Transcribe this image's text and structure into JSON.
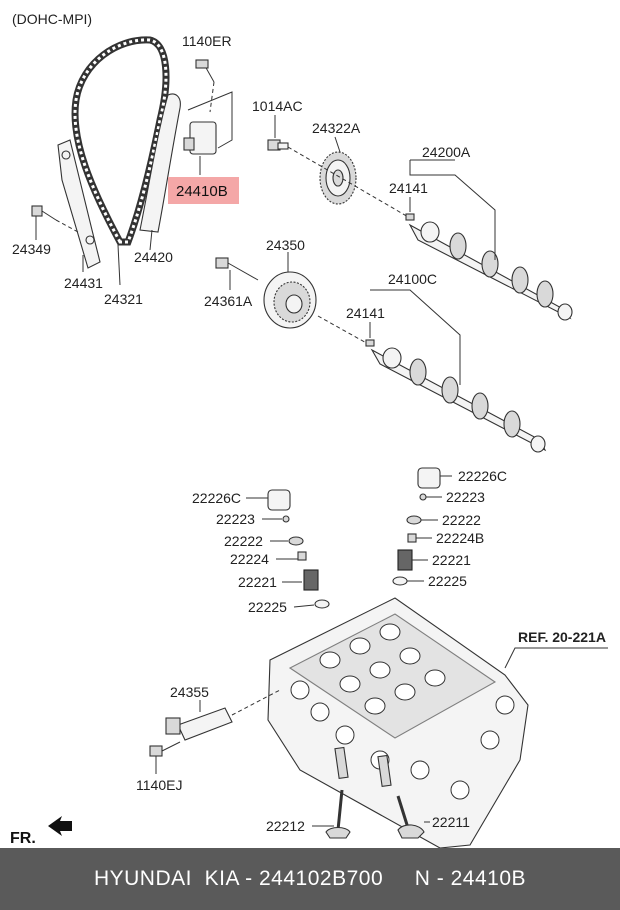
{
  "header": {
    "variant": "(DOHC-MPI)"
  },
  "parts": {
    "bolt_top": "1140ER",
    "bolt_cam": "1014AC",
    "sprocket": "24322A",
    "exhaust_camshaft": "24200A",
    "key_upper": "24141",
    "highlighted_part": "24410B",
    "guide_bolt": "24349",
    "tensioner_arm": "24420",
    "chain_guide": "24431",
    "timing_chain": "24321",
    "cvvt_unit": "24350",
    "intake_camshaft": "24100C",
    "cvvt_bolt": "24361A",
    "key_lower": "24141",
    "tappet_right": "22226C",
    "cotter_right": "22223",
    "retainer_right": "22222",
    "seal_right": "22224B",
    "spring_right": "22221",
    "seat_right": "22225",
    "tappet_left": "22226C",
    "cotter_left": "22223",
    "retainer_left": "22222",
    "seal_left": "22224",
    "spring_left": "22221",
    "seat_left": "22225",
    "cylinder_head_ref": "REF. 20-221A",
    "ocv_valve": "24355",
    "ocv_bolt": "1140EJ",
    "intake_valve": "22212",
    "exhaust_valve": "22211"
  },
  "orientation": {
    "front_label": "FR."
  },
  "footer": {
    "text": "HYUNDAI  KIA - 244102B700     N - 24410B"
  },
  "colors": {
    "highlight_bg": "#f4a7a7",
    "footer_bg": "#5a5a5a",
    "footer_text": "#ffffff"
  },
  "icons": {
    "front_arrow": "front-arrow-icon"
  }
}
